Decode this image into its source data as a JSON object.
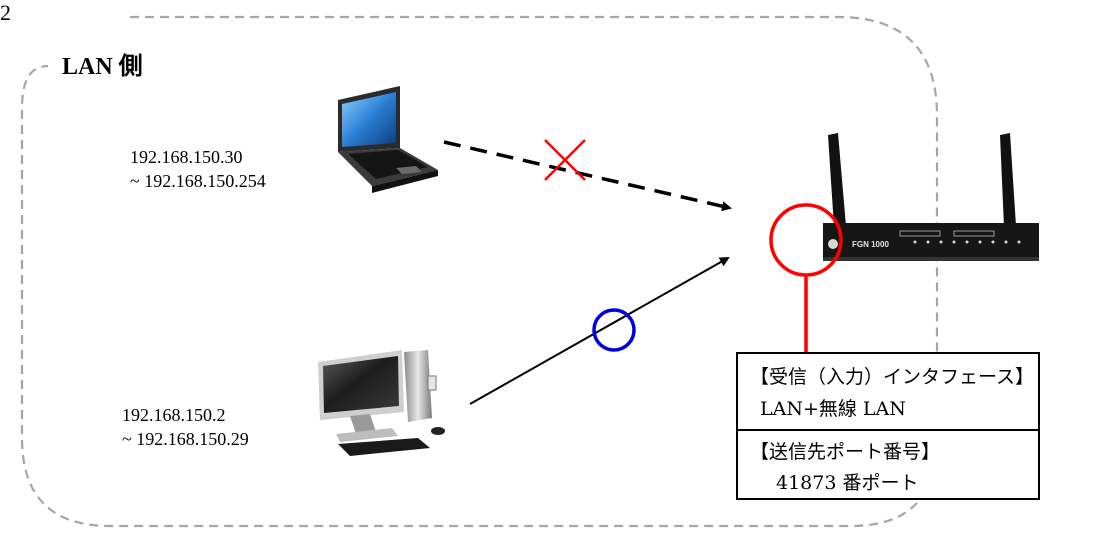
{
  "figure_number": "2",
  "zone_label": "LAN 側",
  "devices": {
    "laptop": {
      "range_start": "192.168.150.30",
      "range_end": "~ 192.168.150.254",
      "result": "blocked"
    },
    "desktop": {
      "range_start": "192.168.150.2",
      "range_end": "~ 192.168.150.29",
      "result": "allowed"
    },
    "router": {
      "model_label": "FGN 1000"
    }
  },
  "info_box": {
    "receive_interface_heading": "【受信（入力）インタフェース】",
    "receive_interface_value": "LAN+無線 LAN",
    "destination_port_heading": "【送信先ポート番号】",
    "destination_port_value": "41873 番ポート"
  },
  "colors": {
    "blocked_mark": "#ff0000",
    "allowed_mark": "#0000dd",
    "highlight_ring": "#ff0000",
    "zone_border": "#a6a6a6"
  },
  "icons": {
    "laptop": "laptop-icon",
    "desktop": "desktop-computer-icon",
    "router": "wireless-router-icon",
    "blocked": "x-mark-icon",
    "allowed": "circle-mark-icon"
  }
}
